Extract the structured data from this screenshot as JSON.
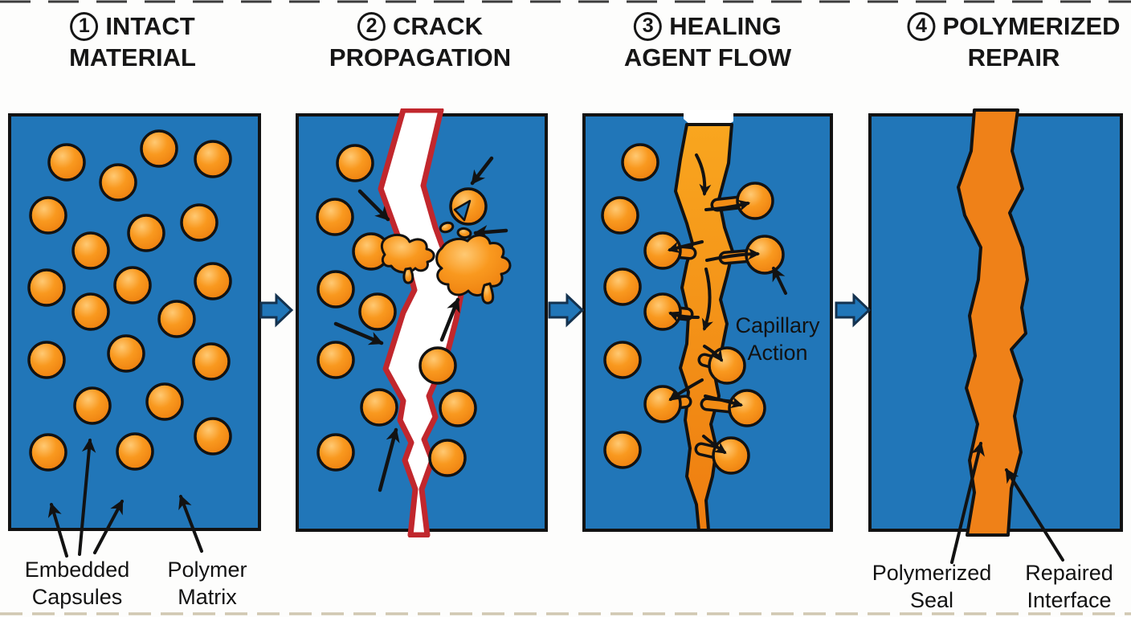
{
  "figure": {
    "type": "process-diagram",
    "stages": [
      {
        "number": "1",
        "title_line1": "INTACT",
        "title_line2": "MATERIAL"
      },
      {
        "number": "2",
        "title_line1": "CRACK",
        "title_line2": "PROPAGATION"
      },
      {
        "number": "3",
        "title_line1": "HEALING",
        "title_line2": "AGENT FLOW"
      },
      {
        "number": "4",
        "title_line1": "POLYMERIZED",
        "title_line2": "REPAIR"
      }
    ],
    "annotations": {
      "embedded_capsules_line1": "Embedded",
      "embedded_capsules_line2": "Capsules",
      "polymer_matrix_line1": "Polymer",
      "polymer_matrix_line2": "Matrix",
      "capillary_action_line1": "Capillary",
      "capillary_action_line2": "Action",
      "polymerized_seal_line1": "Polymerized",
      "polymerized_seal_line2": "Seal",
      "repaired_interface_line1": "Repaired",
      "repaired_interface_line2": "Interface"
    },
    "colors": {
      "polymer_matrix_blue": "#2176b8",
      "capsule_orange": "#f6921d",
      "capsule_highlight": "#ffc973",
      "crack_edge_red": "#c1272d",
      "crack_white": "#ffffff",
      "healing_agent_orange": "#f79e1b",
      "polymerized_seal_orange": "#ef8118",
      "outline_black": "#121212",
      "stage_arrow_blue": "#2176b8"
    }
  }
}
